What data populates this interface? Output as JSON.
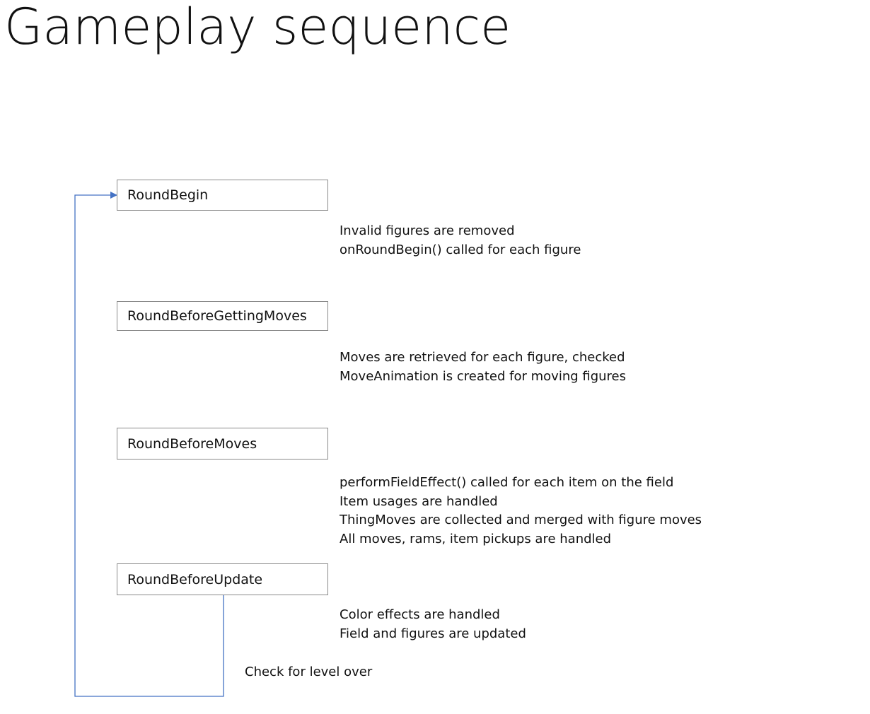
{
  "title": "Gameplay sequence",
  "colors": {
    "loop_arrow": "#4472c4",
    "box_border": "#8a8a8a",
    "text": "#111111"
  },
  "states": [
    {
      "label": "RoundBegin",
      "description": [
        "Invalid figures are removed",
        "onRoundBegin() called for each figure"
      ]
    },
    {
      "label": "RoundBeforeGettingMoves",
      "description": [
        "Moves are retrieved for each figure, checked",
        "MoveAnimation is created for moving figures"
      ]
    },
    {
      "label": "RoundBeforeMoves",
      "description": [
        "performFieldEffect() called for each item on the field",
        "Item usages are handled",
        "ThingMoves are collected and merged with figure moves",
        "All moves, rams, item pickups are handled"
      ]
    },
    {
      "label": "RoundBeforeUpdate",
      "description": [
        "Color effects are handled",
        "Field and figures are updated"
      ]
    }
  ],
  "loop": {
    "label": "Check for level over"
  }
}
